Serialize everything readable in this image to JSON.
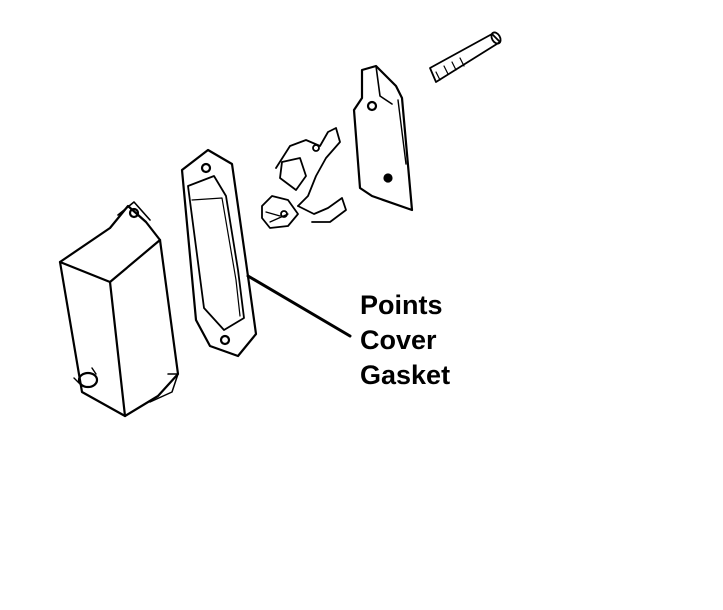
{
  "callout": {
    "lines": [
      "Points",
      "Cover",
      "Gasket"
    ]
  },
  "parts": [
    {
      "name": "points-cover"
    },
    {
      "name": "points-cover-gasket"
    },
    {
      "name": "contact-points"
    },
    {
      "name": "points-plate"
    },
    {
      "name": "pin"
    }
  ],
  "colors": {
    "ink": "#000000",
    "background": "#ffffff"
  }
}
